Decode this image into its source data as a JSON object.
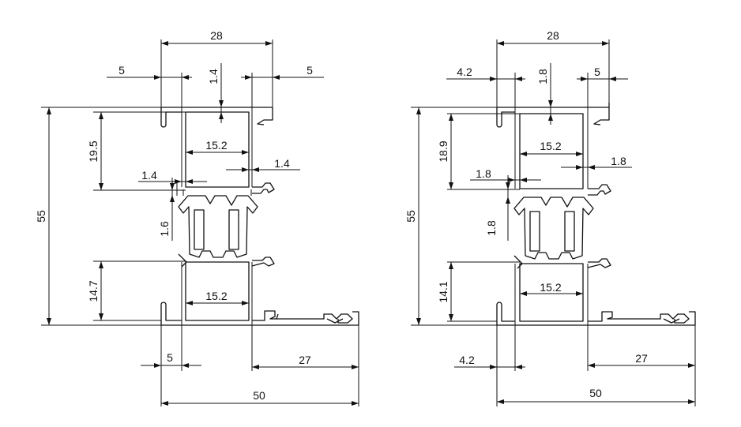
{
  "left_profile": {
    "top_width": "28",
    "left_offset": "5",
    "top_wall": "1.4",
    "right_offset": "5",
    "upper_height": "19.5",
    "upper_inner_width": "15.2",
    "side_wall": "1.4",
    "inner_wall": "1.4",
    "break_wall": "1.6",
    "overall_height": "55",
    "lower_height": "14.7",
    "lower_inner_width": "15.2",
    "bottom_offset": "5",
    "bottom_extension": "27",
    "total_width": "50"
  },
  "right_profile": {
    "top_width": "28",
    "left_offset": "4.2",
    "top_wall": "1.8",
    "right_offset": "5",
    "upper_height": "18.9",
    "upper_inner_width": "15.2",
    "side_wall": "1.8",
    "inner_wall": "1.8",
    "break_wall": "1.8",
    "overall_height": "55",
    "lower_height": "14.1",
    "lower_inner_width": "15.2",
    "bottom_offset": "4.2",
    "bottom_extension": "27",
    "total_width": "50"
  }
}
